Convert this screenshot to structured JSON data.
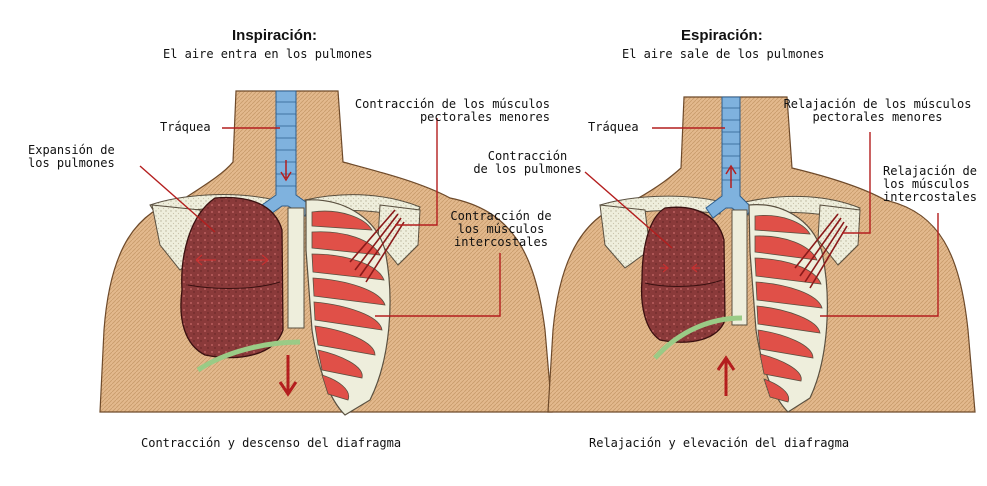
{
  "inspiration": {
    "title": "Inspiración:",
    "subtitle": "El aire entra en los pulmones",
    "trachea": "Tráquea",
    "lungs": "Expansión de\nlos pulmones",
    "pectorals": "Contracción de los músculos\npectorales menores",
    "intercostals": "Contracción de\nlos músculos\nintercostales",
    "diaphragm": "Contracción y descenso del diafragma"
  },
  "expiration": {
    "title": "Espiración:",
    "subtitle": "El aire sale de los pulmones",
    "trachea": "Tráquea",
    "lungs": "Contracción\nde los pulmones",
    "pectorals": "Relajación de los músculos\npectorales menores",
    "intercostals": "Relajación de\nlos músculos\nintercostales",
    "diaphragm": "Relajación y elevación del diafragma"
  },
  "colors": {
    "skin": "#D8A878",
    "trachea": "#7FB2DE",
    "lung": "#8A3A3A",
    "rib_muscle": "#E05048",
    "bone": "#EEEEDC",
    "diaphragm": "#9ACB86",
    "arrow": "#B41E1E",
    "leader": "#B41E1E"
  }
}
